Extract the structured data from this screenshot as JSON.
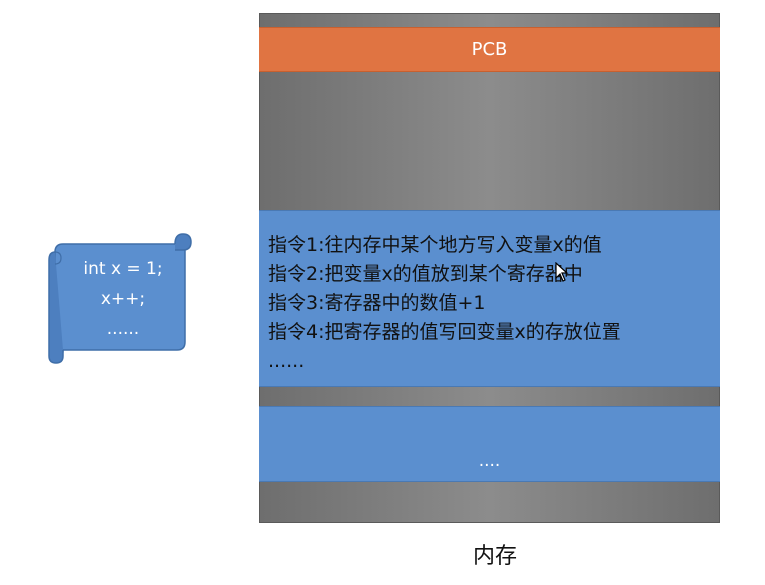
{
  "memory": {
    "pcb_label": "PCB",
    "instructions": [
      "指令1:往内存中某个地方写入变量x的值",
      "指令2:把变量x的值放到某个寄存器中",
      "指令3:寄存器中的数值+1",
      "指令4:把寄存器的值写回变量x的存放位置",
      "......"
    ],
    "data_label": "....",
    "caption": "内存"
  },
  "program_scroll": {
    "lines": [
      "int x = 1;",
      "x++;",
      "......"
    ]
  },
  "colors": {
    "pcb": "#e07442",
    "block": "#5b8fcf",
    "memory_bg": "#8c8c8c"
  }
}
